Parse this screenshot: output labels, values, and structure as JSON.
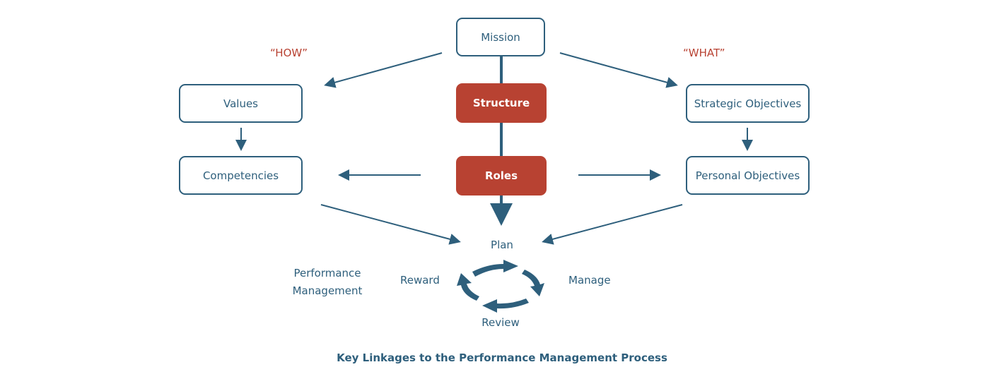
{
  "diagram": {
    "mission": "Mission",
    "structure": "Structure",
    "roles": "Roles",
    "how_label": "“HOW”",
    "what_label": "“WHAT”",
    "values": "Values",
    "competencies": "Competencies",
    "strategic_objectives": "Strategic Objectives",
    "personal_objectives": "Personal Objectives",
    "cycle": {
      "plan": "Plan",
      "manage": "Manage",
      "review": "Review",
      "reward": "Reward"
    },
    "performance_management_line1": "Performance",
    "performance_management_line2": "Management",
    "caption": "Key Linkages to the Performance Management Process"
  },
  "colors": {
    "primary": "#2e5f7c",
    "accent": "#b84232"
  }
}
